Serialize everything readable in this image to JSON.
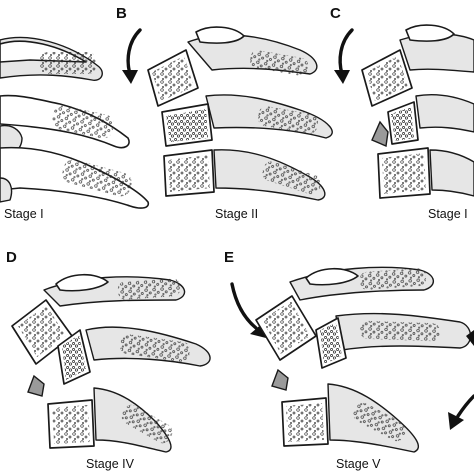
{
  "panels": [
    {
      "letter": "",
      "stage": "Stage I"
    },
    {
      "letter": "B",
      "stage": "Stage II"
    },
    {
      "letter": "C",
      "stage": "Stage I"
    },
    {
      "letter": "D",
      "stage": "Stage IV"
    },
    {
      "letter": "E",
      "stage": "Stage V"
    }
  ],
  "colors": {
    "ink": "#111111",
    "fragment": "#9a9a9a",
    "shade": "#e6e6e6"
  }
}
